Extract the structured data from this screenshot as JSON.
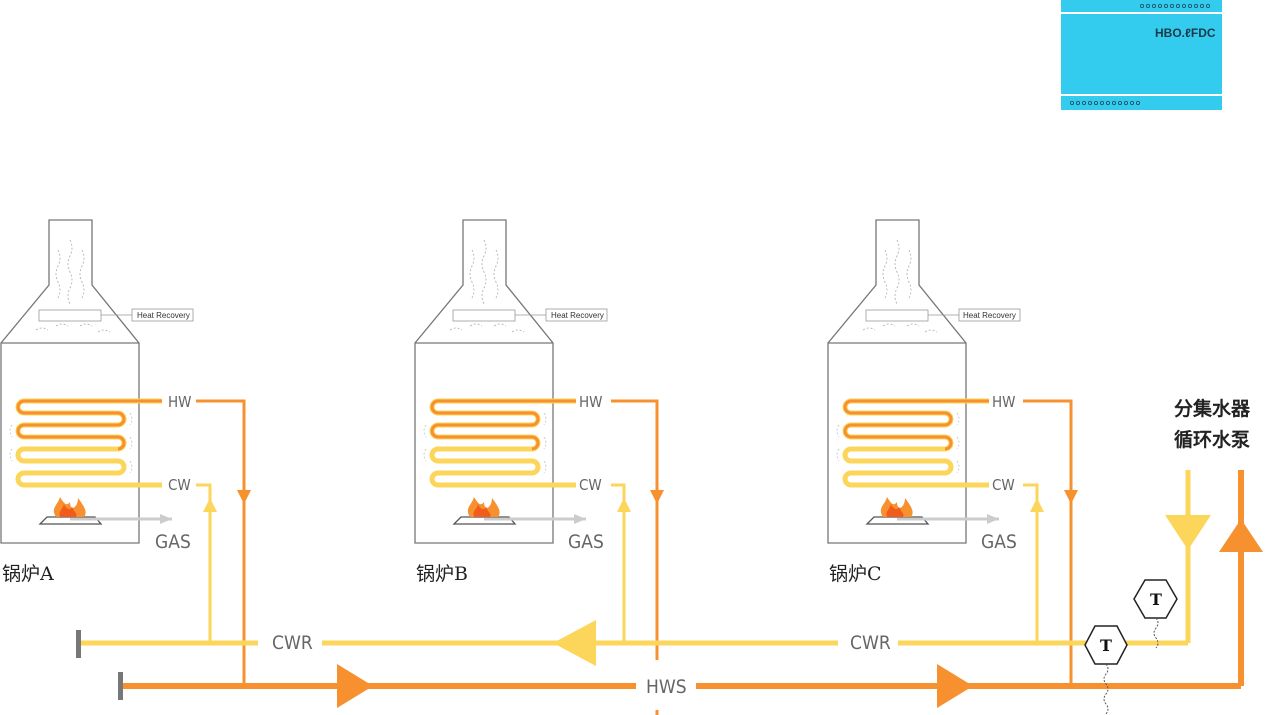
{
  "controller": {
    "label": "HBO.ℓFDC"
  },
  "boilers": [
    {
      "name": "锅炉A",
      "heat_recovery": "Heat Recovery",
      "hw": "HW",
      "cw": "CW",
      "gas": "GAS"
    },
    {
      "name": "锅炉B",
      "heat_recovery": "Heat Recovery",
      "hw": "HW",
      "cw": "CW",
      "gas": "GAS"
    },
    {
      "name": "锅炉C",
      "heat_recovery": "Heat Recovery",
      "hw": "HW",
      "cw": "CW",
      "gas": "GAS"
    }
  ],
  "manifold": {
    "line1": "分集水器",
    "line2": "循环水泵"
  },
  "pipes": {
    "cwr_left": "CWR",
    "cwr_right": "CWR",
    "hws": "HWS"
  },
  "sensors": [
    {
      "label": "T"
    },
    {
      "label": "T"
    }
  ],
  "colors": {
    "hot": "#F7902F",
    "cold": "#FCD65A",
    "gas": "#CCCCCC",
    "controller": "#33CCEE",
    "outline": "#777777"
  }
}
